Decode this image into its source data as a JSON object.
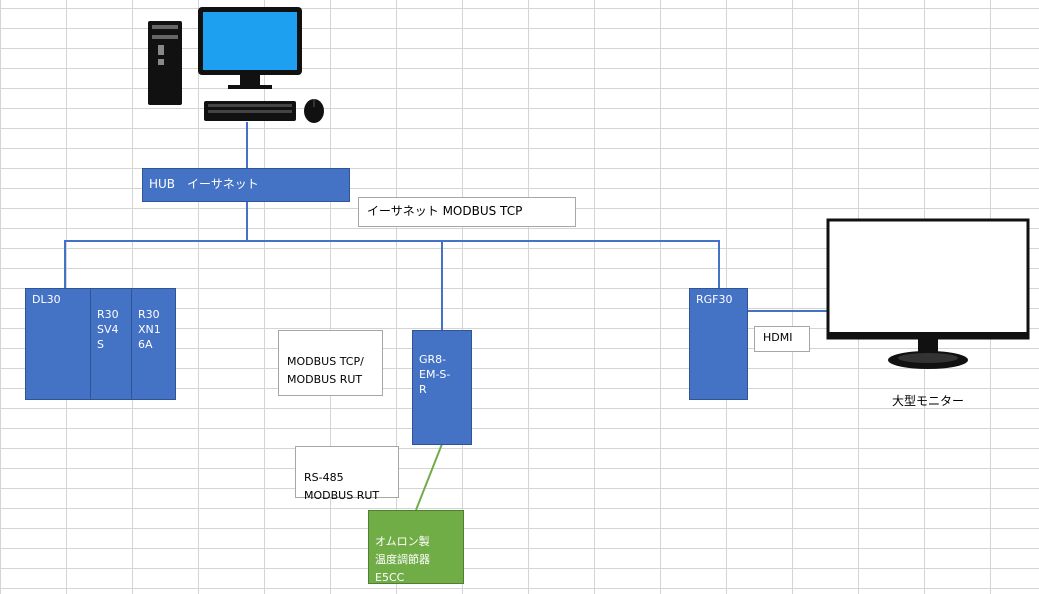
{
  "hub": {
    "label": "HUB　イーサネット"
  },
  "ethernet_label": "イーサネット MODBUS TCP",
  "modules": {
    "dl30": "DL30",
    "r30sv4s": "R30\nSV4\nS",
    "r30xn16a": "R30\nXN1\n6A"
  },
  "modbus_tcp_rut_label": "MODBUS TCP/\nMODBUS RUT",
  "gr8": "GR8-\nEM-S-\nR",
  "rgf30": "RGF30",
  "hdmi_label": "HDMI",
  "monitor_label": "大型モニター",
  "rs485_label": "RS-485\nMODBUS RUT",
  "e5cc": "オムロン製\n温度調節器\nE5CC",
  "colors": {
    "module_blue": "#4472c4",
    "controller_green": "#70ad47",
    "grid": "#d4d4d4"
  },
  "icons": {
    "pc": "desktop-pc-icon",
    "monitor": "large-monitor-icon"
  }
}
